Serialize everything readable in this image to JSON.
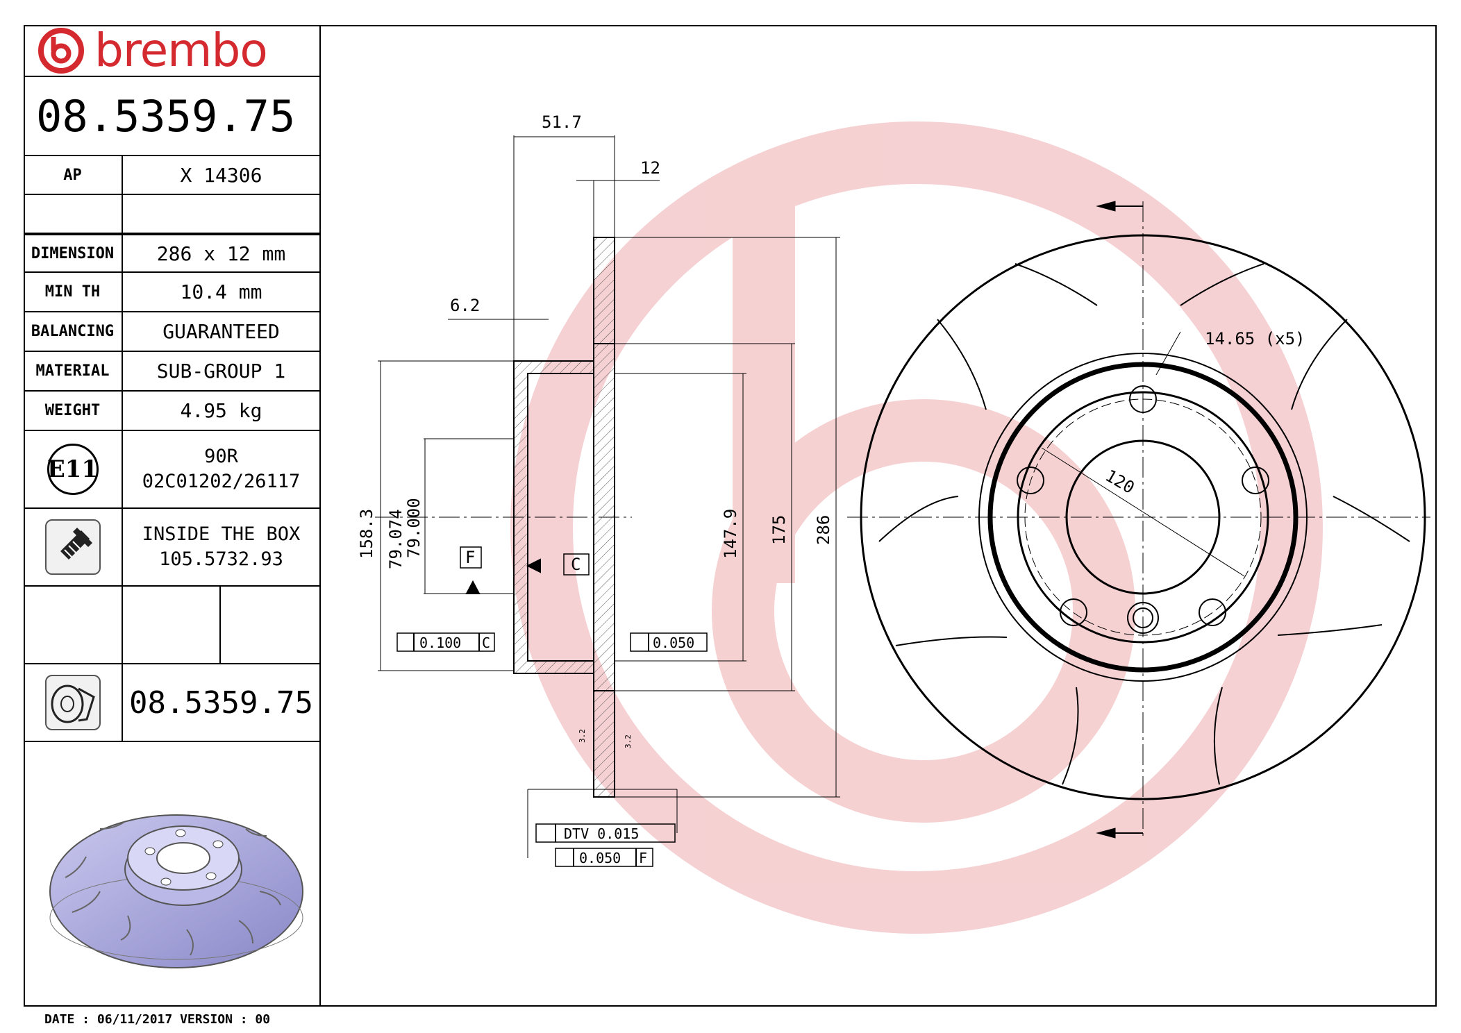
{
  "brand": {
    "name": "brembo",
    "color": "#d42a2f"
  },
  "part_number": "08.5359.75",
  "specs": [
    {
      "label": "AP",
      "value": "X 14306"
    },
    {
      "label": "",
      "value": ""
    },
    {
      "label": "DIMENSION",
      "value": "286 x 12 mm"
    },
    {
      "label": "MIN TH",
      "value": "10.4 mm"
    },
    {
      "label": "BALANCING",
      "value": "GUARANTEED"
    },
    {
      "label": "MATERIAL",
      "value": "SUB-GROUP 1"
    },
    {
      "label": "WEIGHT",
      "value": "4.95 kg"
    }
  ],
  "homologation": {
    "mark": "E11",
    "line1": "90R",
    "line2": "02C01202/26117"
  },
  "inside_box": {
    "line1": "INSIDE THE BOX",
    "line2": "105.5732.93"
  },
  "disc_ref": {
    "value": "08.5359.75"
  },
  "footer": {
    "text": "DATE : 06/11/2017 VERSION : 00"
  },
  "dimensions": {
    "width_total": "51.7",
    "thickness": "12",
    "hat_offset": "6.2",
    "dia_158": "158.3",
    "dia_79a": "79.074",
    "dia_79b": "79.000",
    "dia_147": "147.9",
    "dia_175": "175",
    "dia_286": "286",
    "bolt_hole": "14.65 (x5)",
    "pcd": "120",
    "datum_f": "F",
    "datum_c": "C",
    "tol_parallel": "0.100",
    "tol_parallel_ref": "C",
    "tol_flat": "0.050",
    "dtv": "DTV 0.015",
    "runout": "0.050",
    "runout_ref": "F",
    "surface_1": "3.2",
    "surface_2": "3.2"
  }
}
